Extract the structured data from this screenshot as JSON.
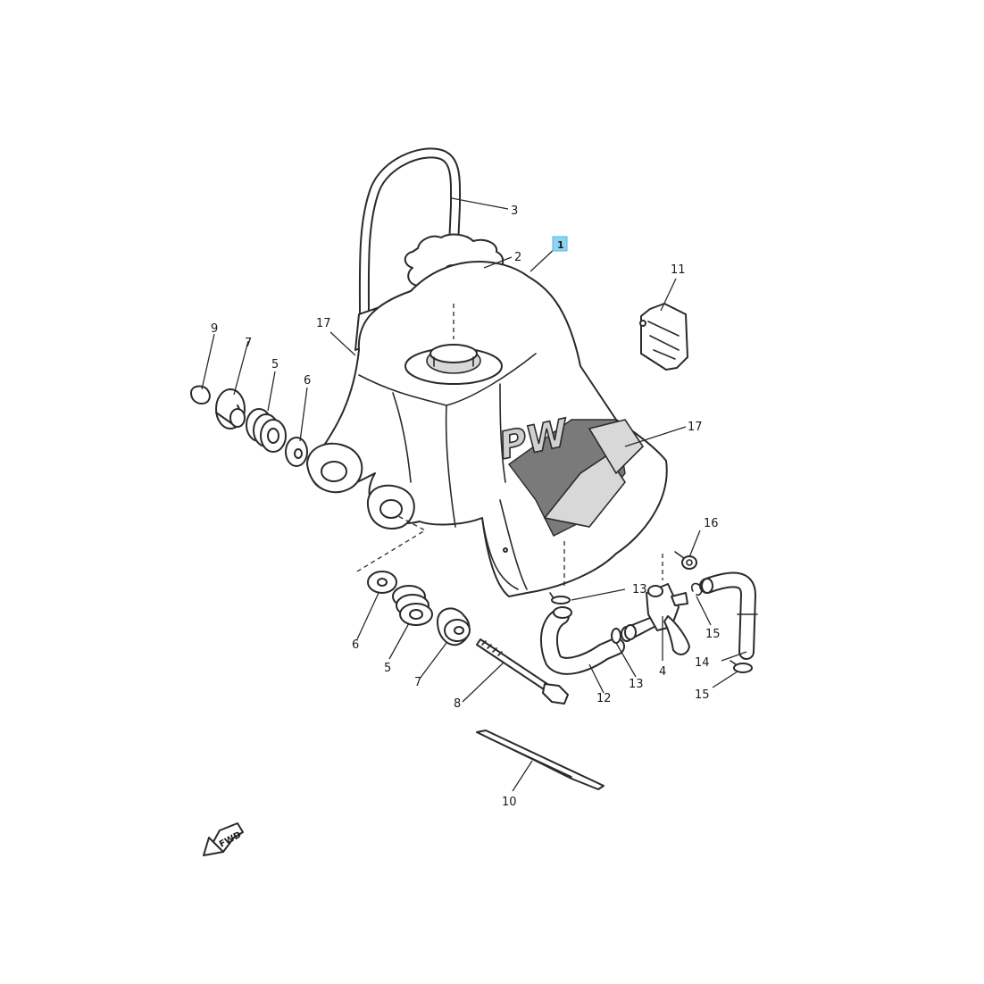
{
  "diagram": {
    "type": "exploded-parts-diagram",
    "highlight_color": "#8fd3f2",
    "tank_logo": "PW",
    "direction_marker": "FWD",
    "callouts": [
      {
        "id": "c1",
        "label": "1",
        "highlighted": true
      },
      {
        "id": "c2",
        "label": "2"
      },
      {
        "id": "c3",
        "label": "3"
      },
      {
        "id": "c4",
        "label": "4"
      },
      {
        "id": "c5a",
        "label": "5"
      },
      {
        "id": "c5b",
        "label": "5"
      },
      {
        "id": "c6a",
        "label": "6"
      },
      {
        "id": "c6b",
        "label": "6"
      },
      {
        "id": "c7a",
        "label": "7"
      },
      {
        "id": "c7b",
        "label": "7"
      },
      {
        "id": "c8",
        "label": "8"
      },
      {
        "id": "c9",
        "label": "9"
      },
      {
        "id": "c10",
        "label": "10"
      },
      {
        "id": "c11",
        "label": "11"
      },
      {
        "id": "c12",
        "label": "12"
      },
      {
        "id": "c13a",
        "label": "13"
      },
      {
        "id": "c13b",
        "label": "13"
      },
      {
        "id": "c14",
        "label": "14"
      },
      {
        "id": "c15a",
        "label": "15"
      },
      {
        "id": "c15b",
        "label": "15"
      },
      {
        "id": "c16",
        "label": "16"
      },
      {
        "id": "c17a",
        "label": "17"
      },
      {
        "id": "c17b",
        "label": "17"
      }
    ]
  }
}
